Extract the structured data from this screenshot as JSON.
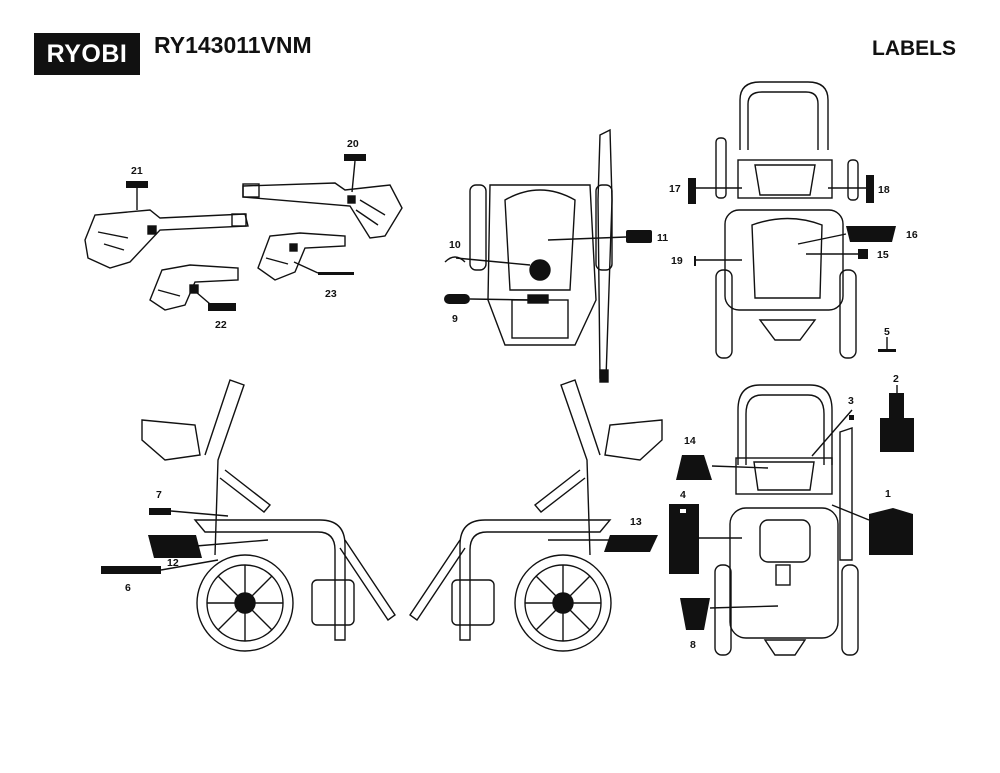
{
  "brand": "RYOBI",
  "model": "RY143011VNM",
  "section_title": "LABELS",
  "callouts": {
    "c1": "1",
    "c2": "2",
    "c3": "3",
    "c4": "4",
    "c5": "5",
    "c6": "6",
    "c7": "7",
    "c8": "8",
    "c9": "9",
    "c10": "10",
    "c11": "11",
    "c12": "12",
    "c13": "13",
    "c14": "14",
    "c15": "15",
    "c16": "16",
    "c17": "17",
    "c18": "18",
    "c19": "19",
    "c20": "20",
    "c21": "21",
    "c22": "22",
    "c23": "23"
  }
}
